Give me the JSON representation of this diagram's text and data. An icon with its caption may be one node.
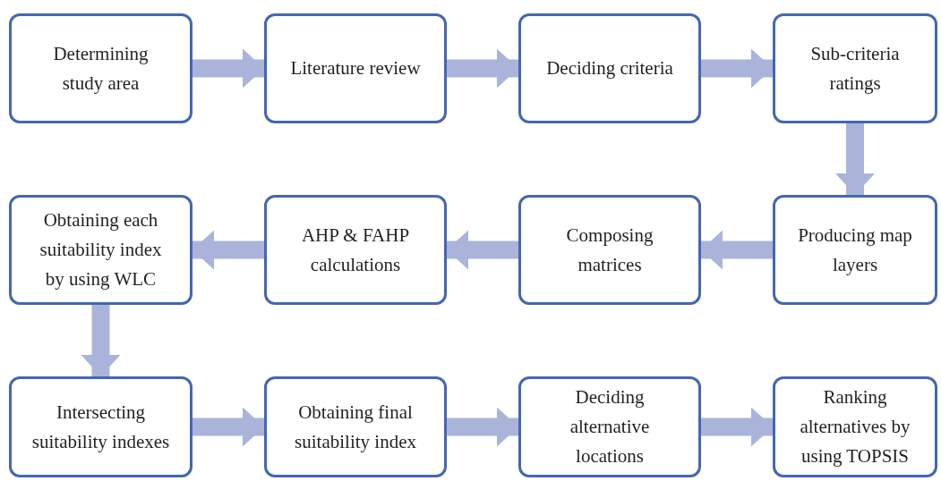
{
  "diagram": {
    "nodes": [
      {
        "text": [
          "Determining study area"
        ]
      },
      {
        "text": [
          "Literature review"
        ]
      },
      {
        "text": [
          "Deciding criteria"
        ]
      },
      {
        "text": [
          "Sub-criteria ratings"
        ]
      },
      {
        "text": [
          "Obtaining each suitability index by using WLC"
        ]
      },
      {
        "text": [
          "AHP & FAHP calculations"
        ]
      },
      {
        "text": [
          "Composing matrices"
        ]
      },
      {
        "text": [
          "Producing map layers"
        ]
      },
      {
        "text": [
          "Intersecting suitability indexes"
        ]
      },
      {
        "text": [
          "Obtaining final suitability index"
        ]
      },
      {
        "text": [
          "Deciding alternative locations"
        ]
      },
      {
        "text": [
          "Ranking alternatives by using TOPSIS"
        ]
      }
    ],
    "edges": [
      {
        "from": 0,
        "to": 1,
        "arrow": "to"
      },
      {
        "from": 1,
        "to": 2,
        "arrow": "to"
      },
      {
        "from": 2,
        "to": 3,
        "arrow": "to"
      },
      {
        "from": 3,
        "to": 7,
        "arrow": "to"
      },
      {
        "from": 7,
        "to": 6,
        "arrow": "to"
      },
      {
        "from": 6,
        "to": 5,
        "arrow": "to"
      },
      {
        "from": 5,
        "to": 4,
        "arrow": "to"
      },
      {
        "from": 4,
        "to": 8,
        "arrow": "to"
      },
      {
        "from": 8,
        "to": 9,
        "arrow": "to"
      },
      {
        "from": 9,
        "to": 10,
        "arrow": "to"
      },
      {
        "from": 10,
        "to": 11,
        "arrow": "to"
      }
    ]
  }
}
